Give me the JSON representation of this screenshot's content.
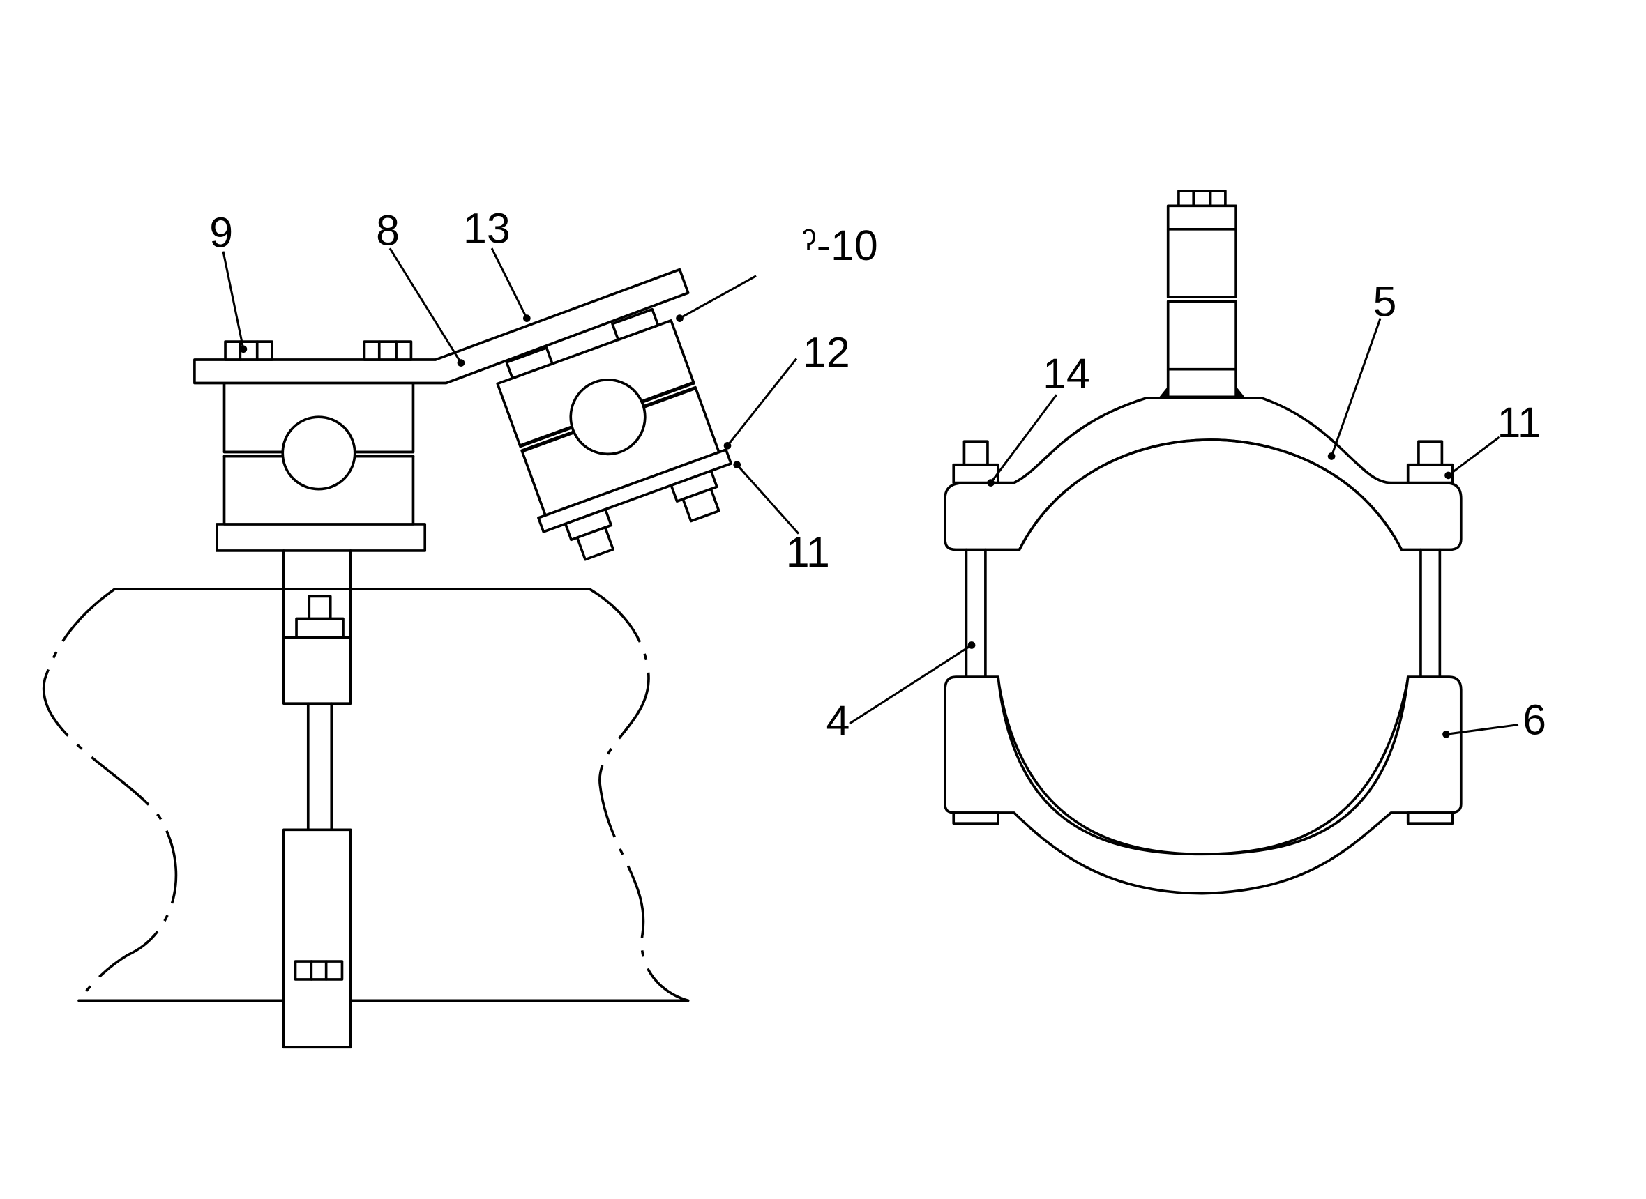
{
  "diagram": {
    "labels": {
      "left_9": "9",
      "left_8": "8",
      "left_13": "13",
      "left_7_10": "ˀ-10",
      "left_12": "12",
      "left_11": "11",
      "right_5": "5",
      "right_14": "14",
      "right_11": "11",
      "right_4": "4",
      "right_6": "6"
    }
  }
}
